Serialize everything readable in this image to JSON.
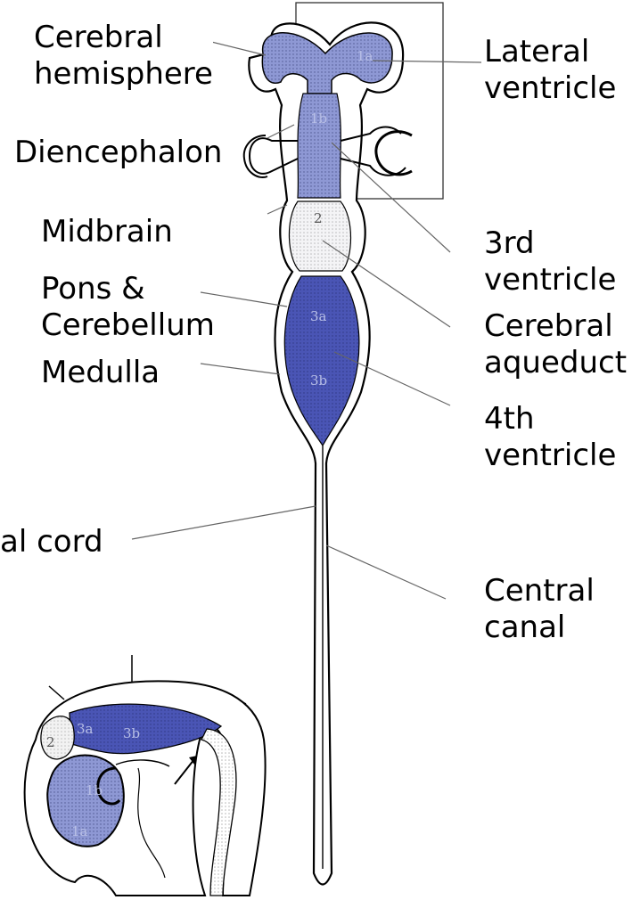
{
  "labels": {
    "cerebral_hemisphere": "Cerebral\nhemisphere",
    "diencephalon": "Diencephalon",
    "midbrain": "Midbrain",
    "pons_cerebellum": "Pons &\nCerebellum",
    "medulla": "Medulla",
    "spinal_cord": "al cord",
    "lateral_ventricle": "Lateral\nventricle",
    "third_ventricle": "3rd\nventricle",
    "cerebral_aqueduct": "Cerebral\naqueduct",
    "fourth_ventricle": "4th\nventricle",
    "central_canal": "Central\ncanal"
  },
  "region_tags": {
    "t1a": "1a",
    "t1b": "1b",
    "t2": "2",
    "t3a": "3a",
    "t3b": "3b",
    "s3a": "3a",
    "s3b": "3b",
    "s2": "2",
    "s1b": "1b",
    "s1a": "1a"
  },
  "colors": {
    "ventricle_blue": "#4a55b5",
    "light_blue": "#8e98d4",
    "outline": "#000000",
    "leader": "#666666"
  }
}
